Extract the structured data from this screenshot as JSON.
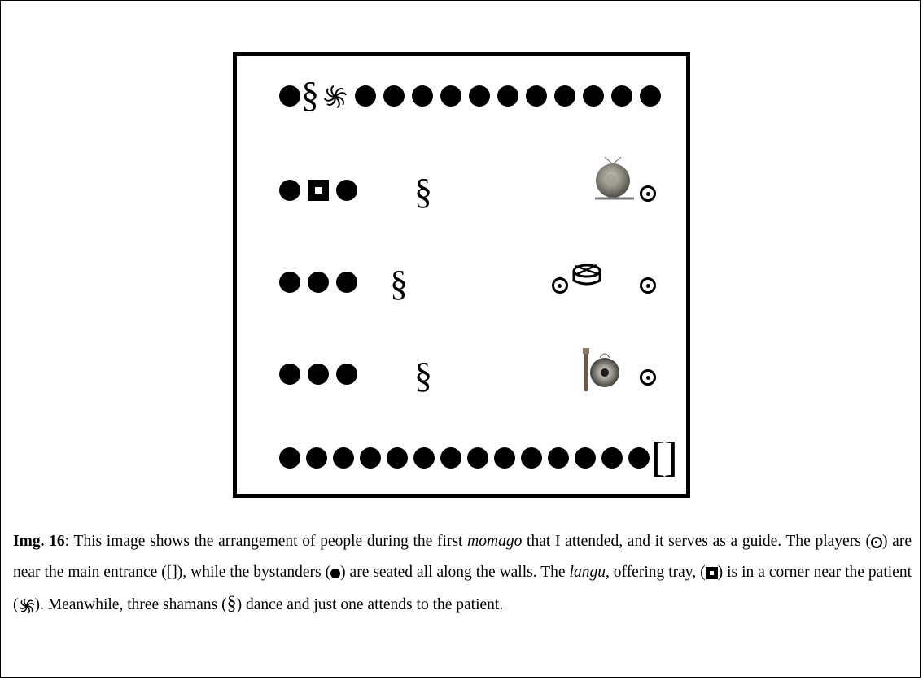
{
  "legend": {
    "shaman_symbol": "§",
    "entrance_symbol": "[]"
  },
  "caption": {
    "label": "Img. 16",
    "part1": ": This image shows the arrangement of people during the first ",
    "term1": "momago",
    "part2": " that I attended, and it serves as a guide. The players (",
    "part3": ") are near the main entrance ([]), while the bystanders (",
    "part4": ") are seated all along the walls. The ",
    "term2": "langu",
    "part5": ", offering tray, (",
    "part6": ") is in a corner near the patient (",
    "part7": "). Meanwhile, three shamans (",
    "shaman": "§",
    "part8": ") dance and just one attends to the patient."
  }
}
